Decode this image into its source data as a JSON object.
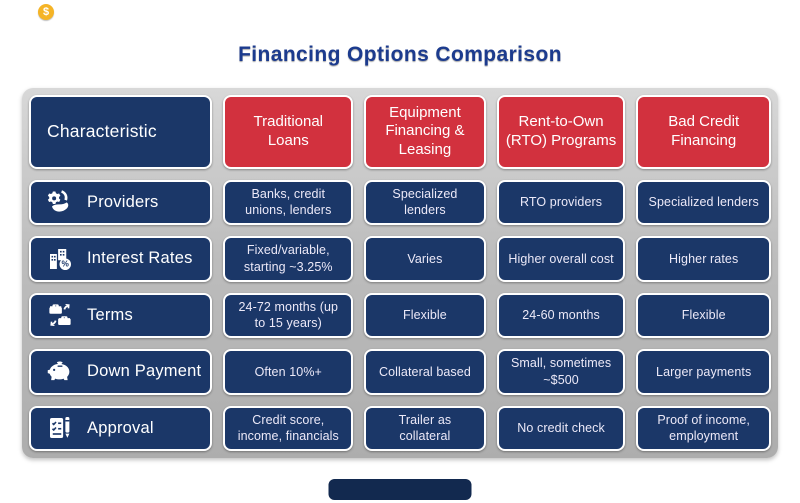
{
  "page": {
    "title": "Financing Options Comparison",
    "corner_icon": "$"
  },
  "colors": {
    "navy_cell": "#1b3768",
    "red_header": "#d2313e",
    "title_blue": "#1c3b8e",
    "frame_gray": "#bdbdbd",
    "value_text": "#ece9f8",
    "footer_bar": "#12294f",
    "corner_gold": "#f5b426"
  },
  "table": {
    "header": {
      "characteristic": "Characteristic",
      "columns": [
        "Traditional Loans",
        "Equipment Financing & Leasing",
        "Rent-to-Own (RTO) Programs",
        "Bad Credit Financing"
      ]
    },
    "rows": [
      {
        "label": "Providers",
        "icon": "hand-gear-icon",
        "values": [
          "Banks, credit unions, lenders",
          "Specialized lenders",
          "RTO providers",
          "Specialized lenders"
        ]
      },
      {
        "label": "Interest Rates",
        "icon": "building-percent-icon",
        "values": [
          "Fixed/variable, starting ~3.25%",
          "Varies",
          "Higher overall cost",
          "Higher rates"
        ]
      },
      {
        "label": "Terms",
        "icon": "briefcase-exchange-icon",
        "values": [
          "24-72 months (up to 15 years)",
          "Flexible",
          "24-60 months",
          "Flexible"
        ]
      },
      {
        "label": "Down Payment",
        "icon": "piggy-bank-icon",
        "values": [
          "Often 10%+",
          "Collateral based",
          "Small, sometimes ~$500",
          "Larger payments"
        ]
      },
      {
        "label": "Approval",
        "icon": "checklist-pen-icon",
        "values": [
          "Credit score, income, financials",
          "Trailer as collateral",
          "No credit check",
          "Proof of income, employment"
        ]
      }
    ]
  }
}
